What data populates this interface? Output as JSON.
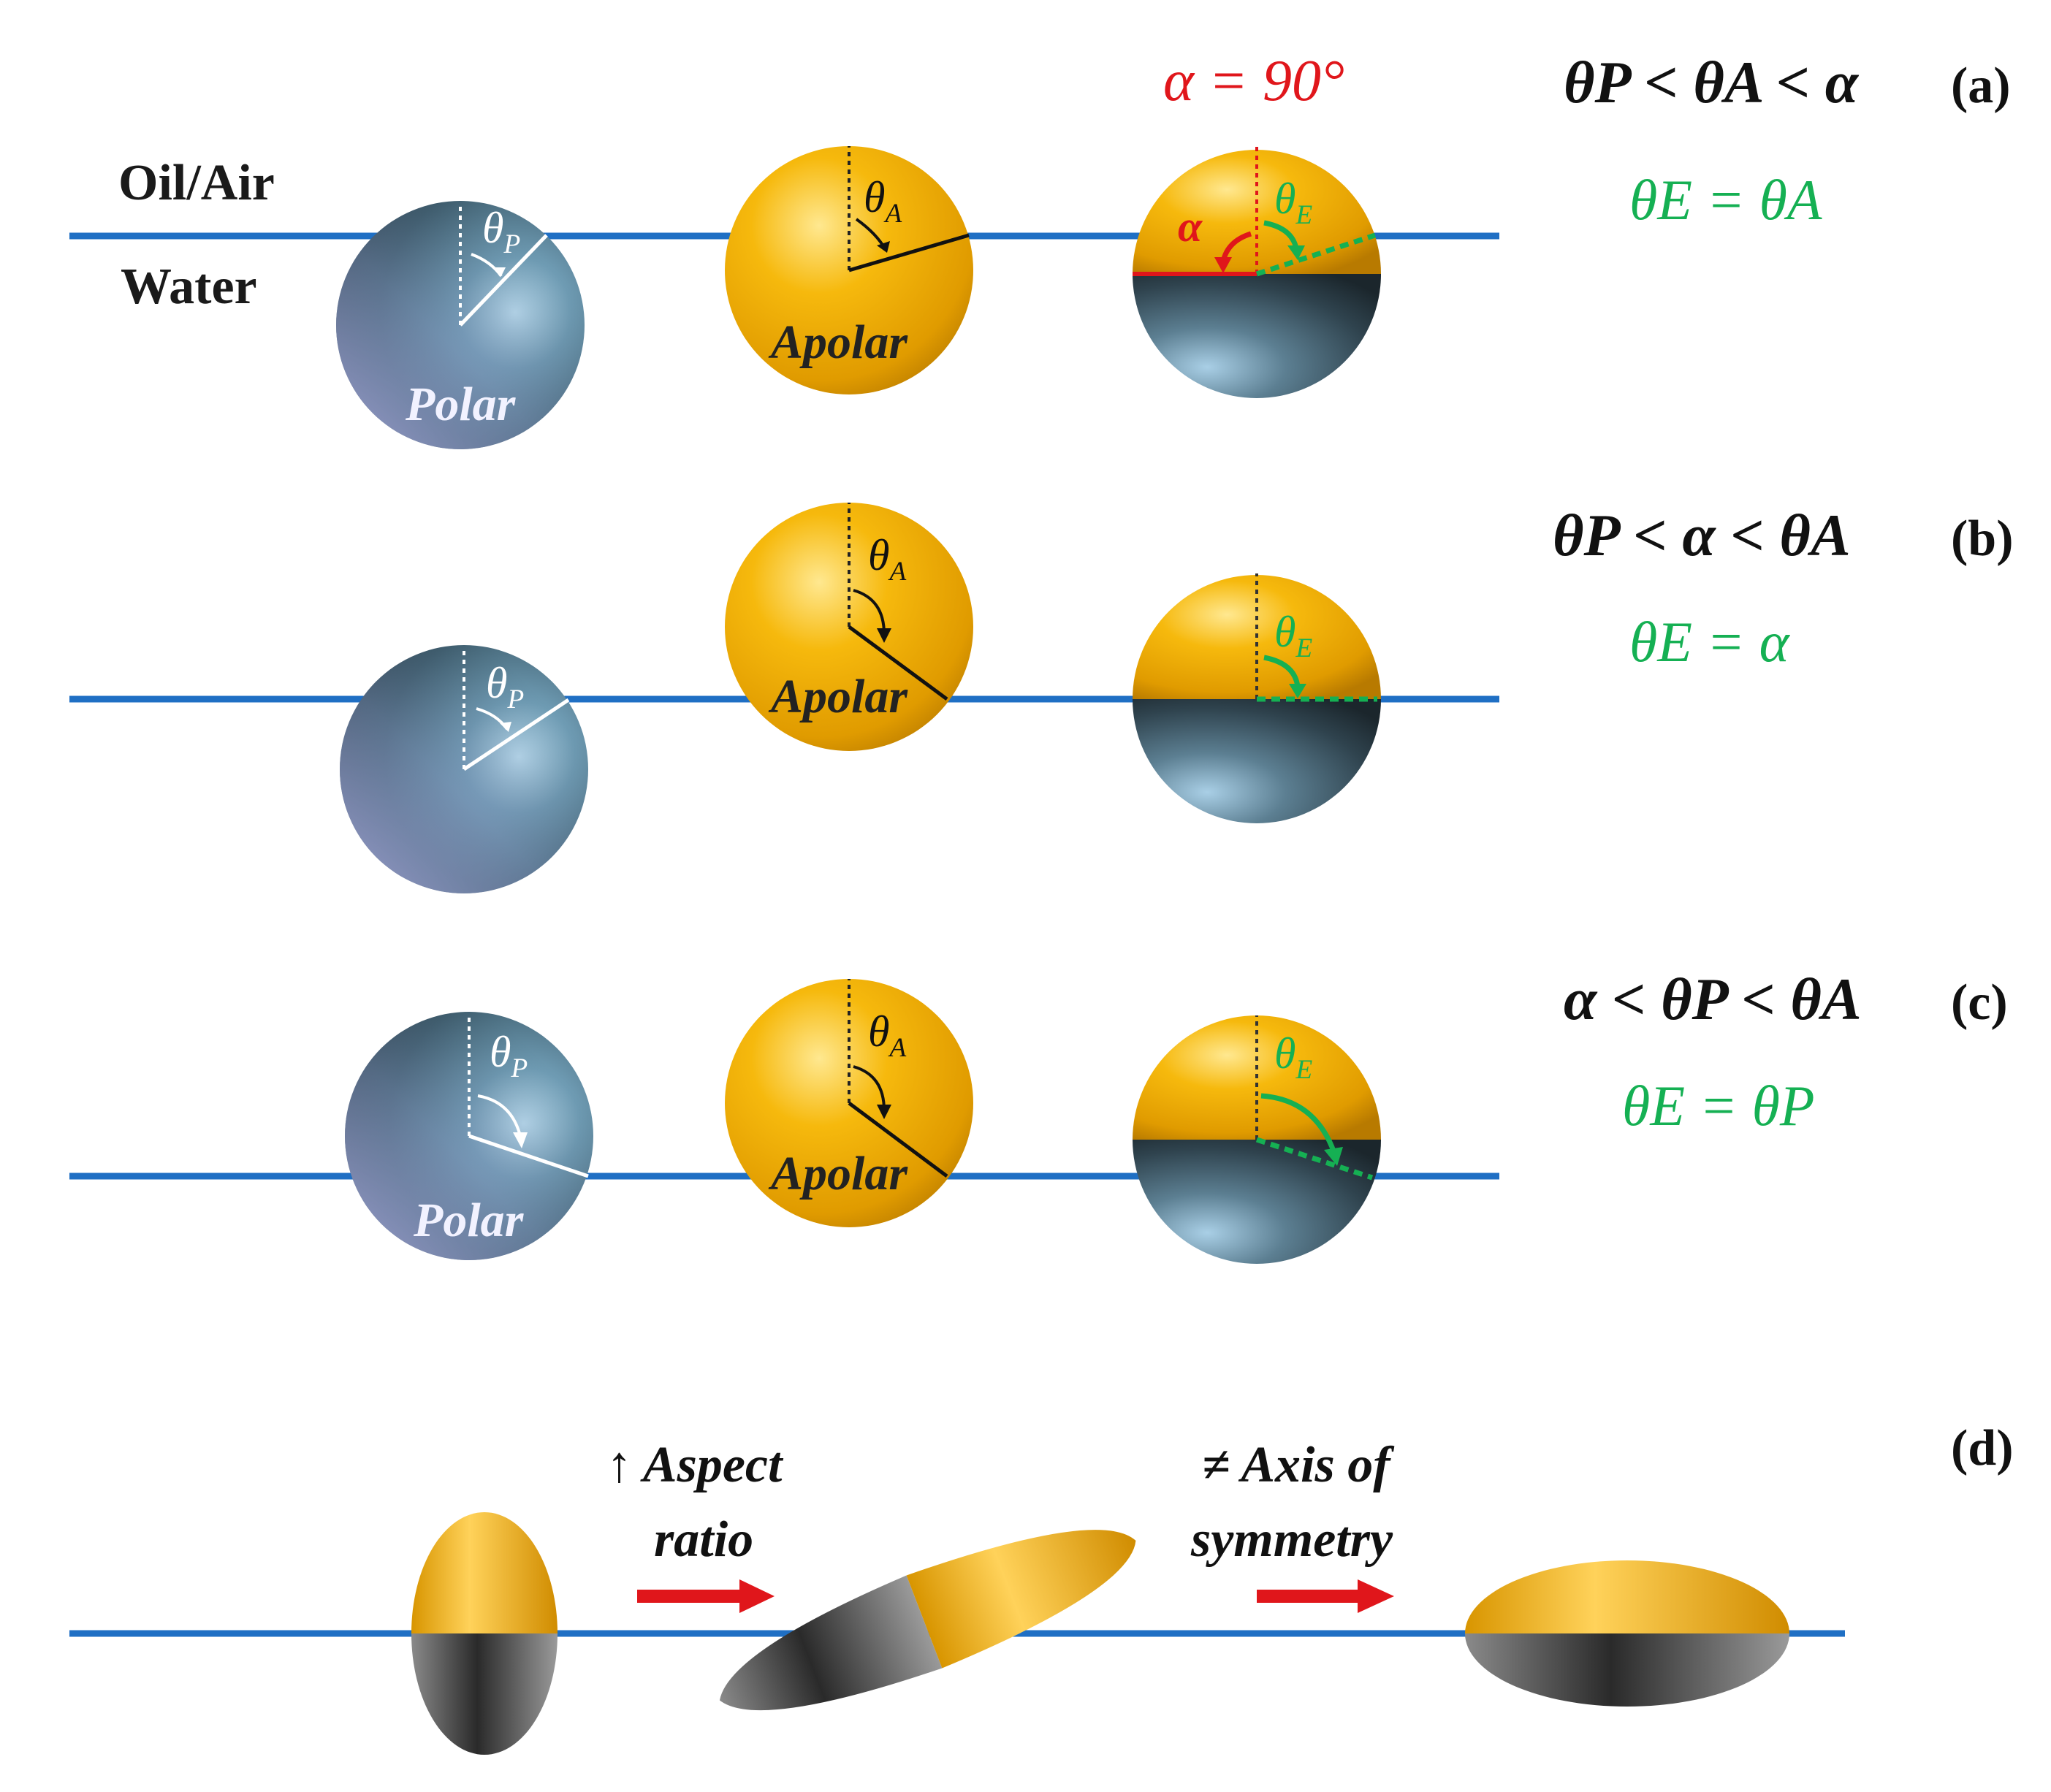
{
  "labels": {
    "oil_air": "Oil/Air",
    "water": "Water"
  },
  "particle_labels": {
    "polar": "Polar",
    "apolar": "Apolar"
  },
  "angles": {
    "theta_p": {
      "sym": "θ",
      "sub": "P"
    },
    "theta_a": {
      "sym": "θ",
      "sub": "A"
    },
    "theta_e": {
      "sym": "θ",
      "sub": "E"
    },
    "alpha": "α"
  },
  "alpha_annotation": "α = 90°",
  "panels": [
    {
      "tag": "(a)",
      "condition": "θP < θA < α",
      "result": "θE = θA"
    },
    {
      "tag": "(b)",
      "condition": "θP < α < θA",
      "result": "θE = α"
    },
    {
      "tag": "(c)",
      "condition": "α < θP < θA",
      "result": "θE = θP"
    },
    {
      "tag": "(d)",
      "condition": "",
      "result": ""
    }
  ],
  "panel_d": {
    "step1_line1": "↑ Aspect",
    "step1_line2": "ratio",
    "step2_line1": "≠ Axis of",
    "step2_line2": "symmetry"
  },
  "colors": {
    "interface": "#1f6fc4",
    "apolar": "#f0a800",
    "polar": "#4a6a7c",
    "emphasis_green": "#15b053",
    "emphasis_red": "#e0161b"
  }
}
